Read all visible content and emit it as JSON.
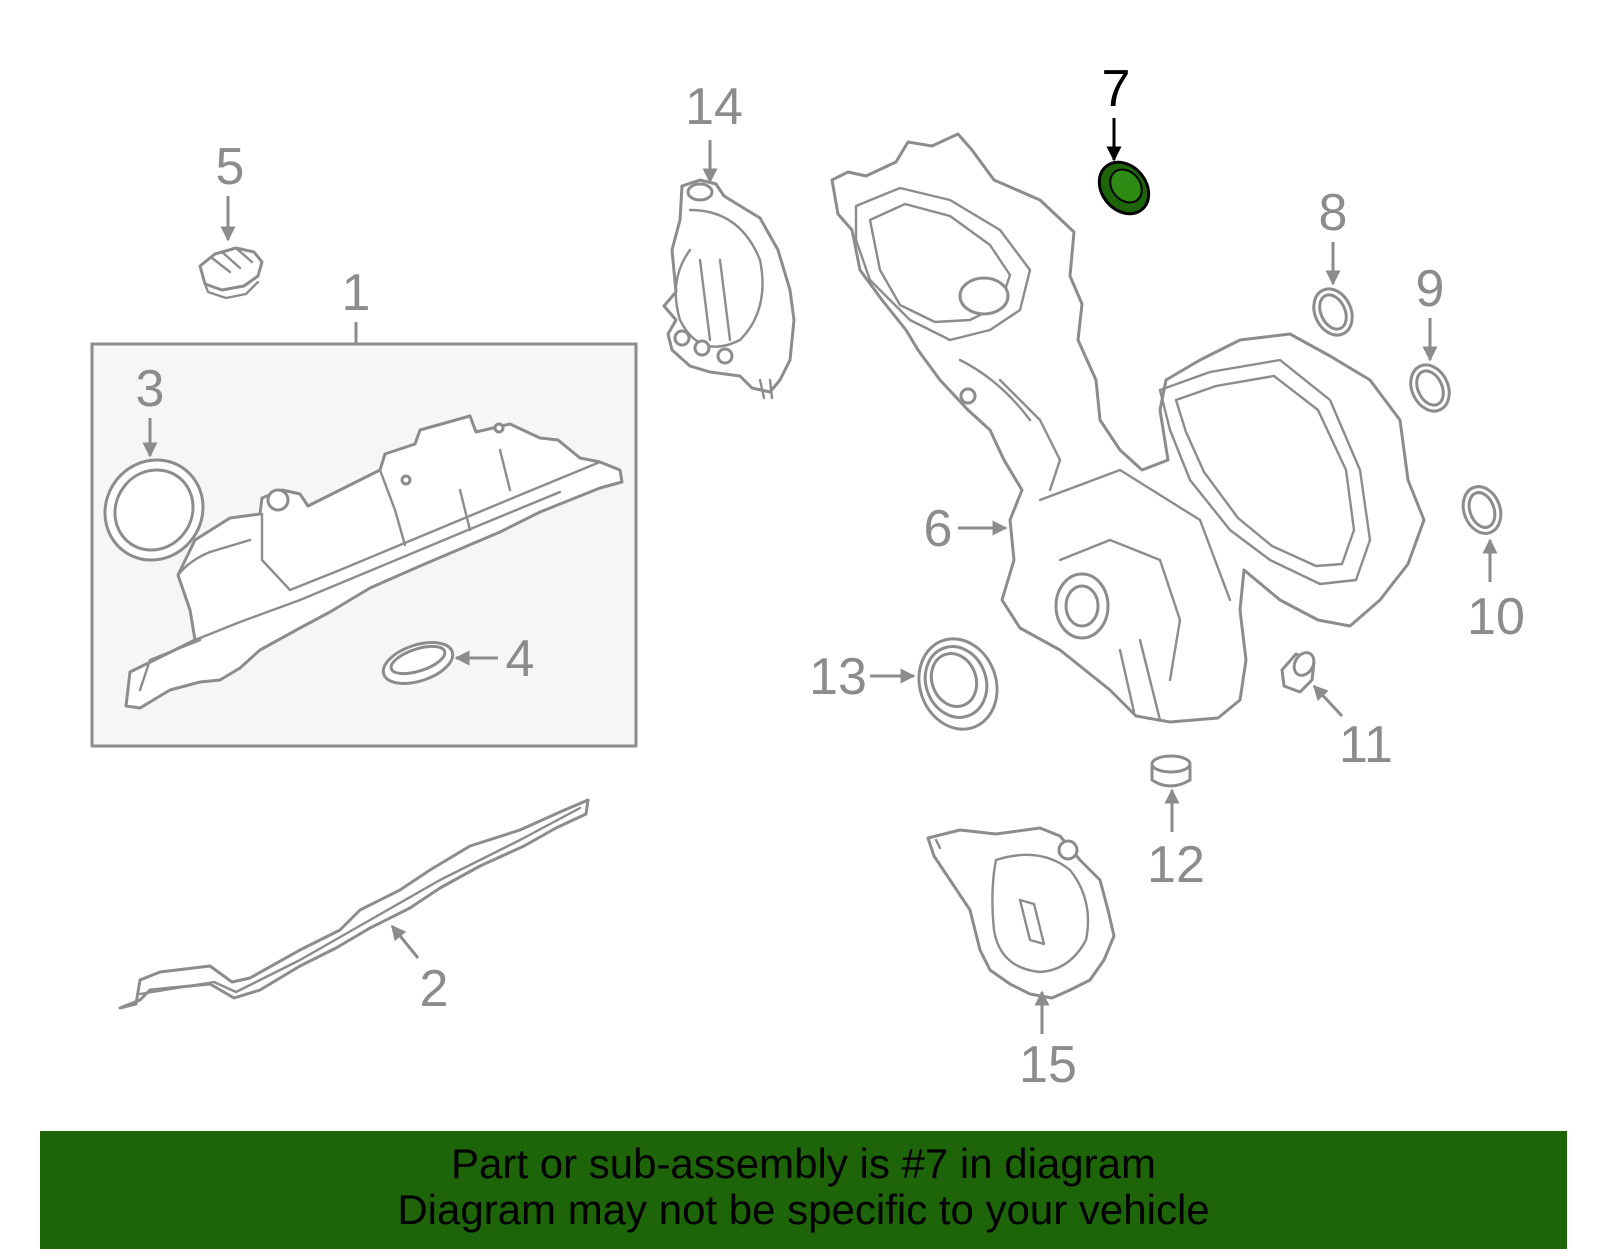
{
  "highlight_color": "#1d6508",
  "highlight_part": "7",
  "callouts": {
    "c1": "1",
    "c2": "2",
    "c3": "3",
    "c4": "4",
    "c5": "5",
    "c6": "6",
    "c7": "7",
    "c8": "8",
    "c9": "9",
    "c10": "10",
    "c11": "11",
    "c12": "12",
    "c13": "13",
    "c14": "14",
    "c15": "15"
  },
  "banner": {
    "line1": "Part or sub-assembly is #7 in diagram",
    "line2": "Diagram may not be specific to your vehicle"
  }
}
